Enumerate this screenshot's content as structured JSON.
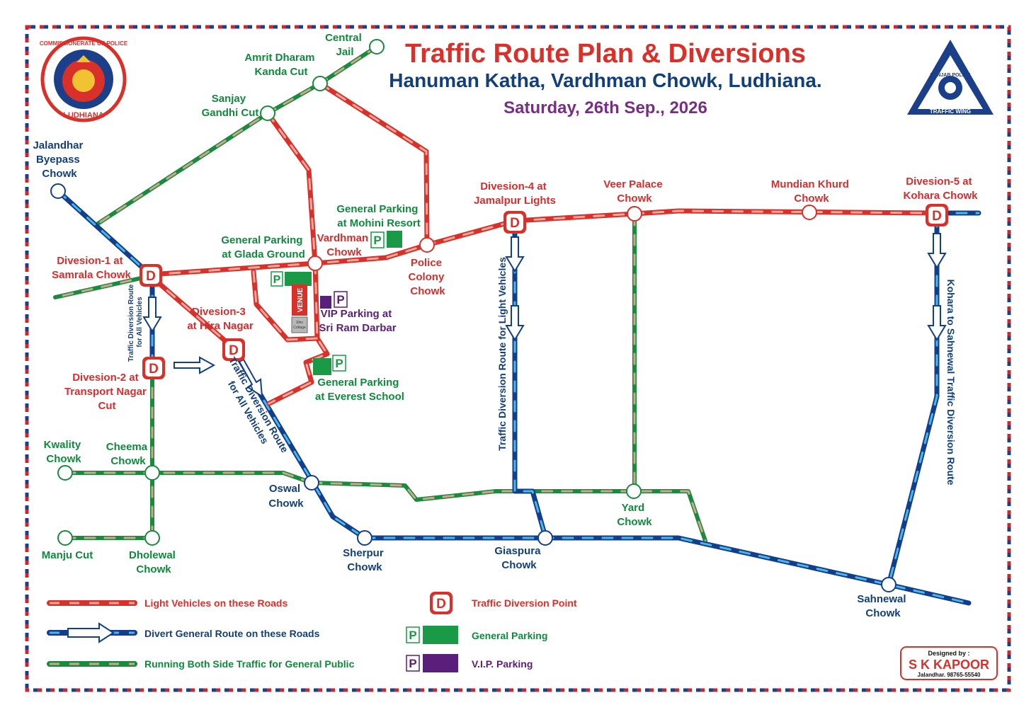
{
  "title": {
    "main": "Traffic Route Plan & Diversions",
    "sub": "Hanuman Katha, Vardhman Chowk, Ludhiana.",
    "date": "Saturday, 26th Sep., 2026"
  },
  "logos": {
    "left_top": "COMMISSIONERATE OF POLICE",
    "left_bottom": "LUDHIANA",
    "right_top": "PUNJAB POLICE",
    "right_bottom": "TRAFFIC WING"
  },
  "places": {
    "central_jail": [
      "Central",
      "Jail"
    ],
    "amrit_dharam": [
      "Amrit Dharam",
      "Kanda Cut"
    ],
    "sanjay_gandhi": [
      "Sanjay",
      "Gandhi Cut"
    ],
    "jalandhar_byepass": [
      "Jalandhar",
      "Byepass",
      "Chowk"
    ],
    "vardhman": [
      "Vardhman",
      "Chowk"
    ],
    "police_colony": [
      "Police",
      "Colony",
      "Chowk"
    ],
    "veer_palace": [
      "Veer Palace",
      "Chowk"
    ],
    "mundian_khurd": [
      "Mundian Khurd",
      "Chowk"
    ],
    "kwality": [
      "Kwality",
      "Chowk"
    ],
    "cheema": [
      "Cheema",
      "Chowk"
    ],
    "oswal": [
      "Oswal",
      "Chowk"
    ],
    "yard": [
      "Yard",
      "Chowk"
    ],
    "manju_cut": [
      "Manju Cut"
    ],
    "dholewal": [
      "Dholewal",
      "Chowk"
    ],
    "sherpur": [
      "Sherpur",
      "Chowk"
    ],
    "giaspura": [
      "Giaspura",
      "Chowk"
    ],
    "sahnewal": [
      "Sahnewal",
      "Chowk"
    ]
  },
  "diversions": {
    "d1": [
      "Divesion-1 at",
      "Samrala Chowk"
    ],
    "d2": [
      "Divesion-2 at",
      "Transport Nagar",
      "Cut"
    ],
    "d3": [
      "Divesion-3",
      "at Hira Nagar"
    ],
    "d4": [
      "Divesion-4 at",
      "Jamalpur Lights"
    ],
    "d5": [
      "Divesion-5 at",
      "Kohara Chowk"
    ],
    "marker": "D"
  },
  "parking": {
    "glada": [
      "General Parking",
      "at Glada Ground"
    ],
    "mohini": [
      "General Parking",
      "at Mohini Resort"
    ],
    "everest": [
      "General Parking",
      "at Everest School"
    ],
    "vip": [
      "VIP Parking at",
      "Sri Ram Darbar"
    ],
    "marker": "P"
  },
  "venue": {
    "label": "VENUE",
    "building": [
      "Shiv",
      "Cottage"
    ]
  },
  "route_labels": {
    "samrala_route": [
      "Traffic Diversion Route",
      "for All Vehicles"
    ],
    "hira_route": [
      "Traffic Diversion Route",
      "for All Vehicles"
    ],
    "light_route": "Traffic Diversion Route for Light Vehicles",
    "kohara_route": "Kohara to Sahnewal Traffic Diversion Route"
  },
  "legend": {
    "red": "Light Vehicles on these Roads",
    "blue": "Divert General Route on these Roads",
    "green": "Running Both Side Traffic for General Public",
    "diversion": "Traffic Diversion Point",
    "general_parking": "General Parking",
    "vip_parking": "V.I.P. Parking"
  },
  "credit": {
    "designed_by": "Designed by :",
    "name": "S K KAPOOR",
    "contact": "Jalandhar. 98765-55540"
  },
  "colors": {
    "red": "#d9302a",
    "red_dash": "#f2a79b",
    "blue": "#123f8c",
    "blue_dash": "#4db6e8",
    "green": "#1a8a3e",
    "green_dash": "#c9a98a",
    "purple": "#5a1f7a",
    "parking_green": "#1a9a46",
    "frame_red": "#c8282e",
    "frame_blue": "#1c3f8a"
  }
}
